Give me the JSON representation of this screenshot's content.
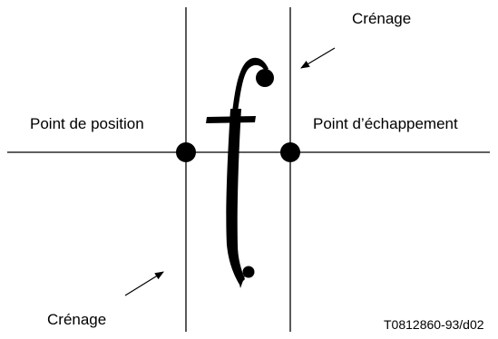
{
  "diagram": {
    "glyph": "f",
    "labels": {
      "kerning_top": "Crénage",
      "kerning_bottom": "Crénage",
      "origin_point": "Point de position",
      "escapement_point": "Point d’échappement",
      "reference": "T0812860-93/d02"
    },
    "colors": {
      "ink": "#000000",
      "background": "#ffffff"
    }
  }
}
